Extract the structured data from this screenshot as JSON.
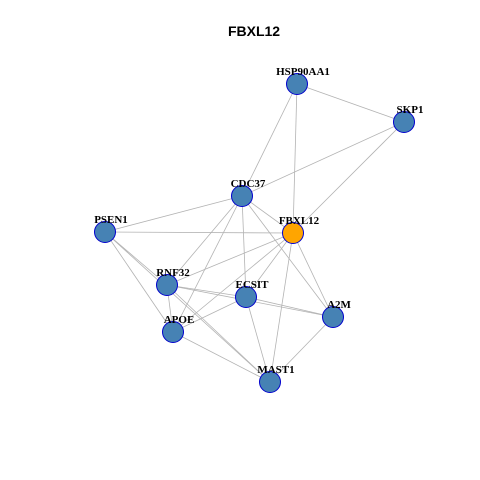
{
  "title": "FBXL12",
  "colors": {
    "node_default": "#4682b4",
    "node_focus": "#ffa500",
    "node_border": "#0000cc",
    "edge": "#b3b3b3"
  },
  "nodes": [
    {
      "id": "HSP90AA1",
      "label": "HSP90AA1",
      "focus": false
    },
    {
      "id": "SKP1",
      "label": "SKP1",
      "focus": false
    },
    {
      "id": "CDC37",
      "label": "CDC37",
      "focus": false
    },
    {
      "id": "PSEN1",
      "label": "PSEN1",
      "focus": false
    },
    {
      "id": "FBXL12",
      "label": "FBXL12",
      "focus": true
    },
    {
      "id": "RNF32",
      "label": "RNF32",
      "focus": false
    },
    {
      "id": "ECSIT",
      "label": "ECSIT",
      "focus": false
    },
    {
      "id": "A2M",
      "label": "A2M",
      "focus": false
    },
    {
      "id": "APOE",
      "label": "APOE",
      "focus": false
    },
    {
      "id": "MAST1",
      "label": "MAST1",
      "focus": false
    }
  ],
  "edges": [
    [
      "HSP90AA1",
      "SKP1"
    ],
    [
      "HSP90AA1",
      "CDC37"
    ],
    [
      "HSP90AA1",
      "FBXL12"
    ],
    [
      "SKP1",
      "CDC37"
    ],
    [
      "SKP1",
      "FBXL12"
    ],
    [
      "CDC37",
      "PSEN1"
    ],
    [
      "CDC37",
      "FBXL12"
    ],
    [
      "CDC37",
      "RNF32"
    ],
    [
      "CDC37",
      "ECSIT"
    ],
    [
      "CDC37",
      "A2M"
    ],
    [
      "CDC37",
      "APOE"
    ],
    [
      "PSEN1",
      "FBXL12"
    ],
    [
      "PSEN1",
      "RNF32"
    ],
    [
      "PSEN1",
      "APOE"
    ],
    [
      "PSEN1",
      "MAST1"
    ],
    [
      "FBXL12",
      "RNF32"
    ],
    [
      "FBXL12",
      "ECSIT"
    ],
    [
      "FBXL12",
      "A2M"
    ],
    [
      "FBXL12",
      "APOE"
    ],
    [
      "FBXL12",
      "MAST1"
    ],
    [
      "RNF32",
      "ECSIT"
    ],
    [
      "RNF32",
      "A2M"
    ],
    [
      "RNF32",
      "APOE"
    ],
    [
      "RNF32",
      "MAST1"
    ],
    [
      "ECSIT",
      "A2M"
    ],
    [
      "ECSIT",
      "APOE"
    ],
    [
      "ECSIT",
      "MAST1"
    ],
    [
      "A2M",
      "MAST1"
    ],
    [
      "APOE",
      "MAST1"
    ]
  ]
}
